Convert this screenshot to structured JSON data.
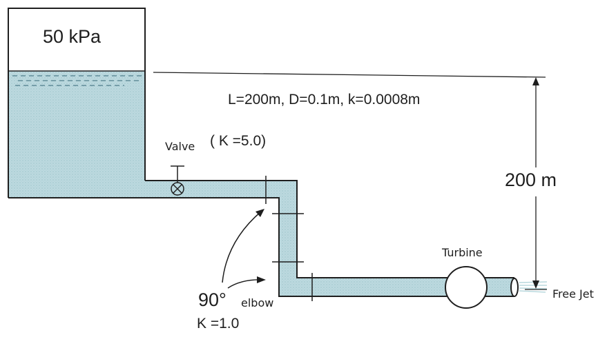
{
  "tank": {
    "pressure_label": "50 kPa"
  },
  "pipe": {
    "parameters": "L=200m, D=0.1m,   k=0.0008m"
  },
  "valve": {
    "label": "Valve",
    "k_label": "( K =5.0)"
  },
  "elevation": {
    "label": "200 m"
  },
  "turbine": {
    "label": "Turbine"
  },
  "outlet": {
    "label": "Free Jet"
  },
  "elbow": {
    "angle": "90°",
    "label": "elbow",
    "k_label": "K =1.0"
  },
  "colors": {
    "water": "#bcd9df",
    "outline": "#1e1e1e",
    "background": "#ffffff"
  }
}
